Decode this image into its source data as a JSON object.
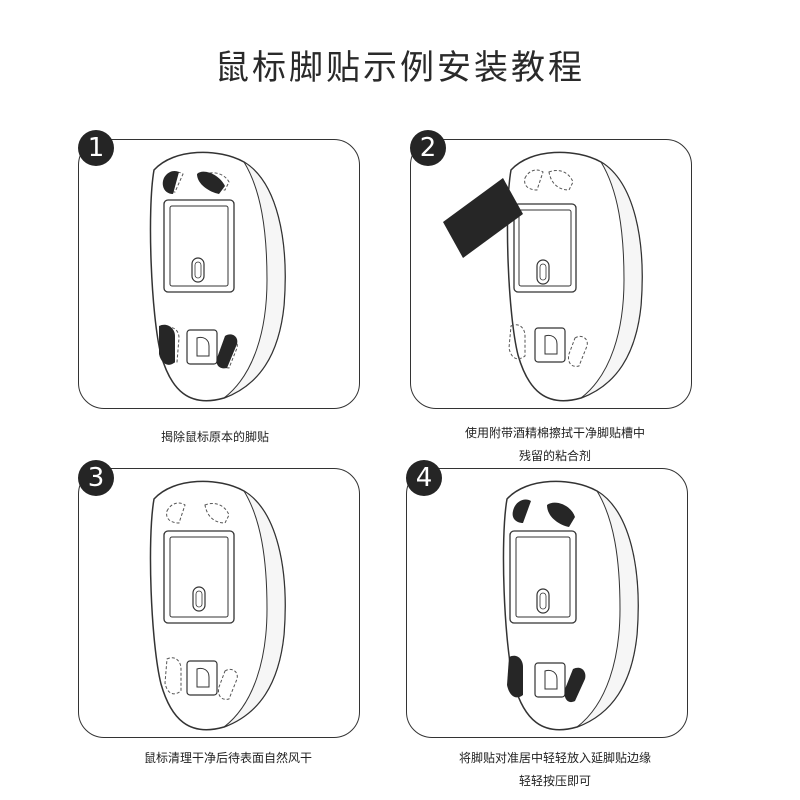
{
  "title": "鼠标脚贴示例安装教程",
  "steps": [
    {
      "number": "1",
      "caption_lines": [
        "揭除鼠标原本的脚贴"
      ]
    },
    {
      "number": "2",
      "caption_lines": [
        "使用附带酒精棉擦拭干净脚贴槽中",
        "残留的粘合剂"
      ]
    },
    {
      "number": "3",
      "caption_lines": [
        "鼠标清理干净后待表面自然风干"
      ]
    },
    {
      "number": "4",
      "caption_lines": [
        "将脚贴对准居中轻轻放入延脚贴边缘",
        "轻轻按压即可"
      ]
    }
  ]
}
